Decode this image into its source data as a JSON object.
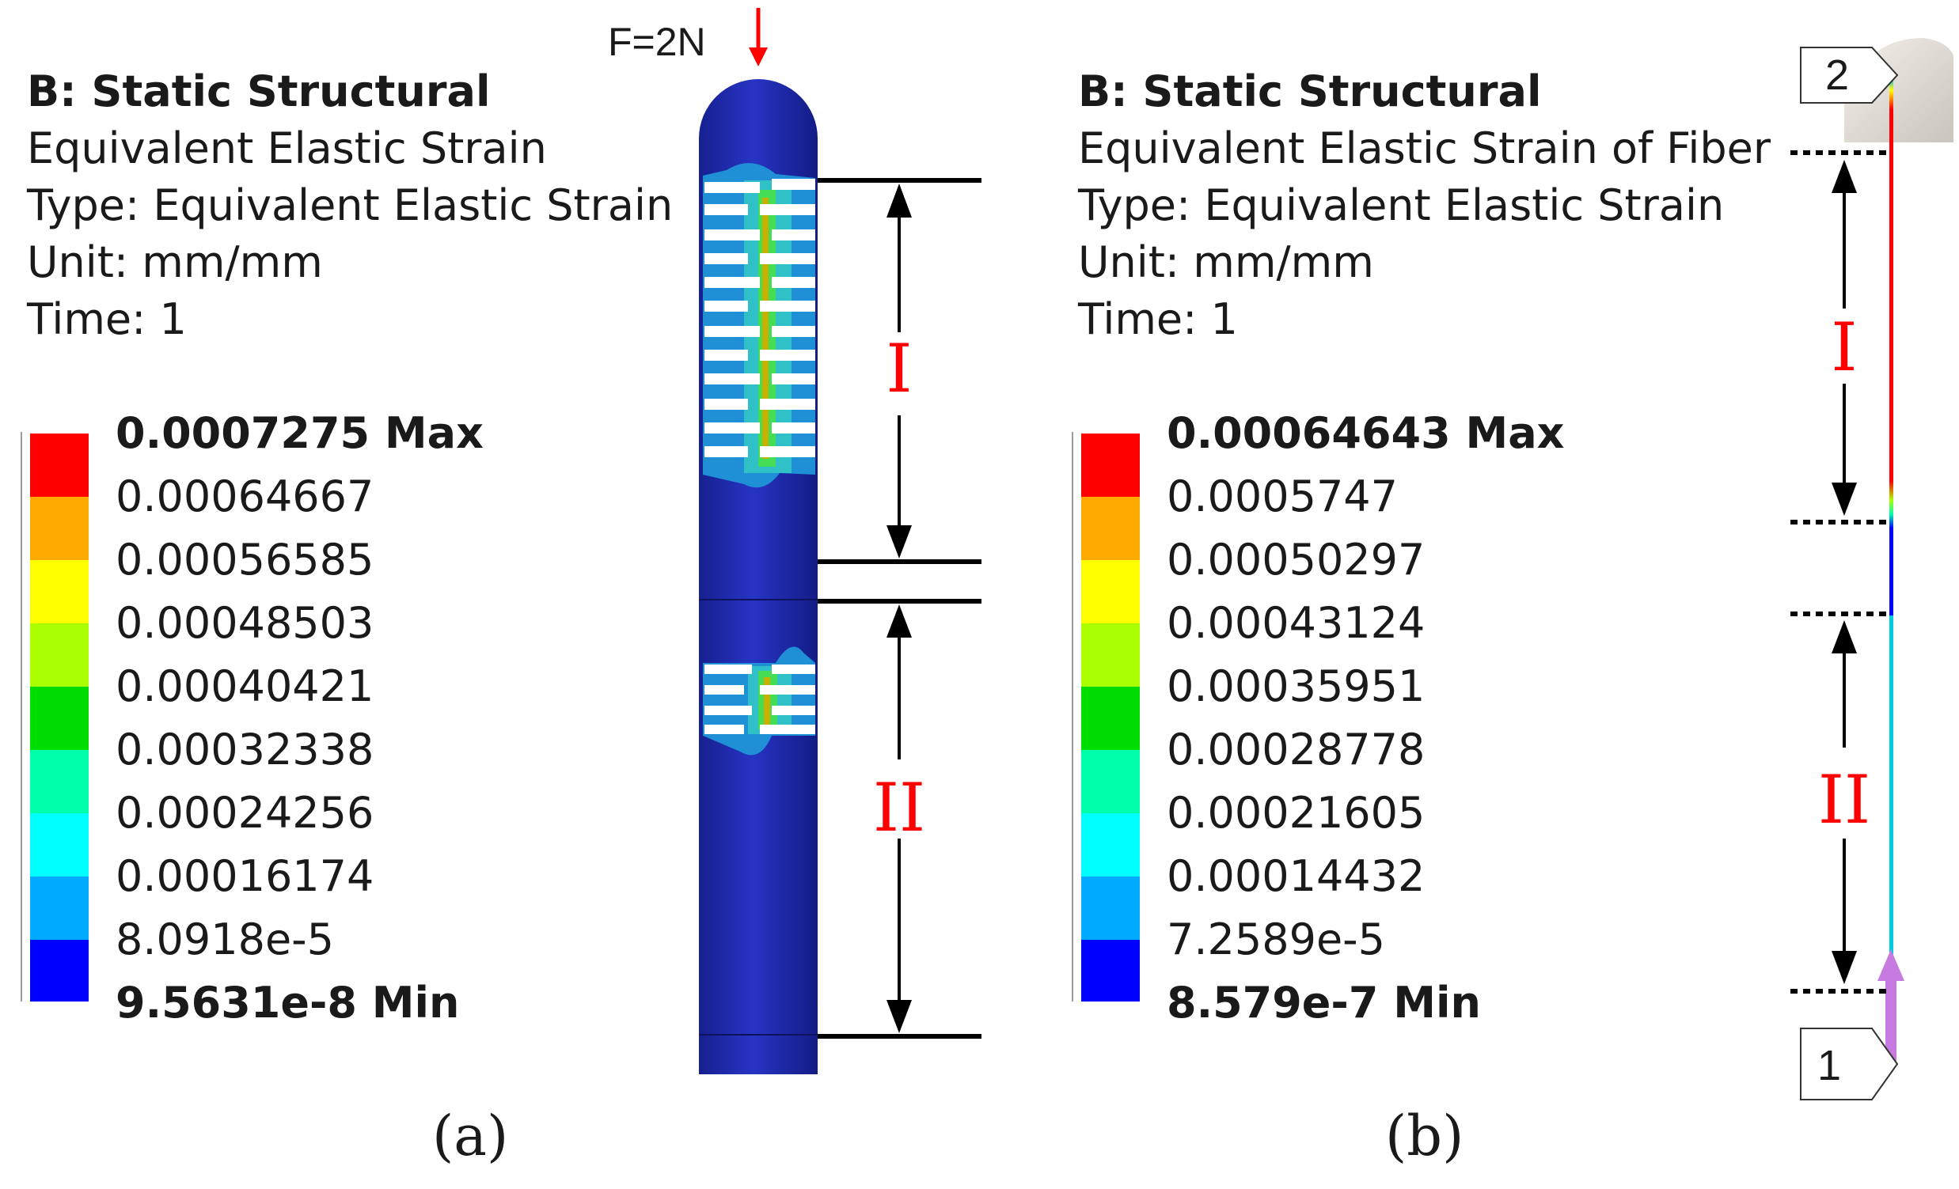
{
  "panel_a": {
    "title": "B: Static Structural",
    "result": "Equivalent Elastic Strain",
    "type": "Type: Equivalent Elastic Strain",
    "unit": "Unit: mm/mm",
    "time": "Time: 1",
    "legend": [
      "0.0007275 Max",
      "0.00064667",
      "0.00056585",
      "0.00048503",
      "0.00040421",
      "0.00032338",
      "0.00024256",
      "0.00016174",
      "8.0918e-5",
      "9.5631e-8 Min"
    ],
    "force_label": "F=2N",
    "region_1": "I",
    "region_2": "II",
    "caption": "(a)"
  },
  "panel_b": {
    "title": "B: Static Structural",
    "result": "Equivalent Elastic Strain of Fiber",
    "type": "Type: Equivalent Elastic Strain",
    "unit": "Unit: mm/mm",
    "time": "Time: 1",
    "legend": [
      "0.00064643 Max",
      "0.0005747",
      "0.00050297",
      "0.00043124",
      "0.00035951",
      "0.00028778",
      "0.00021605",
      "0.00014432",
      "7.2589e-5",
      "8.579e-7 Min"
    ],
    "region_1": "I",
    "region_2": "II",
    "tag_top": "2",
    "tag_bottom": "1",
    "caption": "(b)"
  },
  "colors": {
    "scale": [
      "#ff0000",
      "#ffaa00",
      "#ffff00",
      "#aaff00",
      "#00dd00",
      "#00ffaa",
      "#00ffff",
      "#00aaff",
      "#0000ff"
    ],
    "body": "#1f2ab0",
    "annotation": "#ff0000"
  }
}
